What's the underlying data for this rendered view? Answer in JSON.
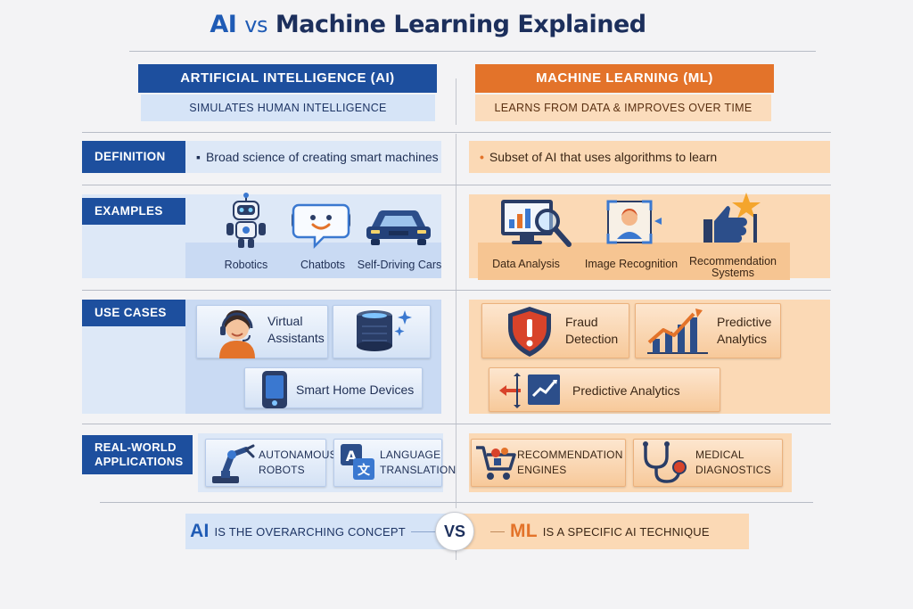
{
  "title": {
    "ai": "AI",
    "vs": "vs",
    "rest": "Machine Learning Explained"
  },
  "columns": {
    "ai": {
      "header": "ARTIFICIAL INTELLIGENCE (AI)",
      "subtitle": "SIMULATES HUMAN INTELLIGENCE"
    },
    "ml": {
      "header": "MACHINE LEARNING (ML)",
      "subtitle": "LEARNS FROM DATA & IMPROVES OVER TIME"
    }
  },
  "rows": {
    "definition": {
      "label": "DEFINITION",
      "ai": "Broad science of creating smart machines",
      "ml": "Subset of AI that uses algorithms to learn"
    },
    "examples": {
      "label": "EXAMPLES",
      "ai": [
        "Robotics",
        "Chatbots",
        "Self-Driving Cars"
      ],
      "ml": [
        "Data Analysis",
        "Image Recognition",
        "Recommendation",
        "Systems"
      ]
    },
    "use_cases": {
      "label": "USE CASES",
      "ai": [
        "Virtual",
        "Assistants",
        "Smart Home Devices"
      ],
      "ml": [
        "Fraud",
        "Detection",
        "Predictive",
        "Analytics",
        "Predictive Analytics"
      ]
    },
    "applications": {
      "label_line1": "REAL-WORLD",
      "label_line2": "APPLICATIONS",
      "ai": [
        "AUTONAMOUS",
        "ROBOTS",
        "LANGUAGE",
        "TRANSLATION"
      ],
      "ml": [
        "RECOMMENDATION",
        "ENGINES",
        "MEDICAL",
        "DIAGNOSTICS"
      ]
    }
  },
  "footer": {
    "ai_big": "AI",
    "ai_text": "IS THE OVERARCHING CONCEPT",
    "vs": "VS",
    "ml_big": "ML",
    "ml_text": "IS A SPECIFIC AI TECHNIQUE"
  },
  "colors": {
    "ai_primary": "#1d4f9e",
    "ml_primary": "#e3732a"
  }
}
